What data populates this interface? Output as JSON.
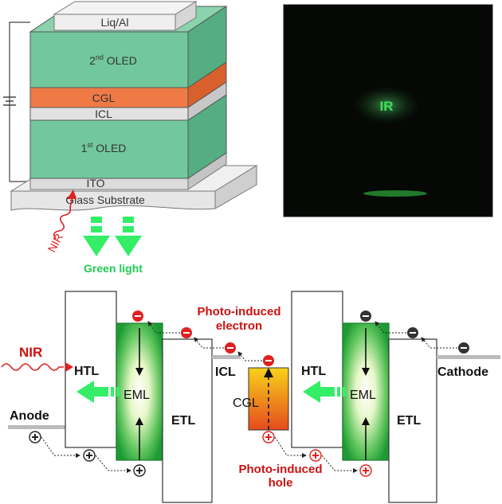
{
  "stack": {
    "top_electrode": "Liq/Al",
    "second_oled": "2",
    "second_oled_sup": "nd",
    "second_oled_word": " OLED",
    "cgl": "CGL",
    "icl": "ICL",
    "first_oled": "1",
    "first_oled_sup": "st",
    "first_oled_word": " OLED",
    "ito": "ITO",
    "substrate": "Glass Substrate",
    "nir_in": "NIR",
    "emission": "Green light"
  },
  "photo": {
    "label": "IR"
  },
  "energy": {
    "nir": "NIR",
    "anode": "Anode",
    "cathode": "Cathode",
    "htl_left": "HTL",
    "eml_left": "EML",
    "etl_left": "ETL",
    "icl": "ICL",
    "cgl": "CGL",
    "htl_right": "HTL",
    "eml_right": "EML",
    "etl_right": "ETL",
    "photo_electron_1": "Photo-induced",
    "photo_electron_2": "electron",
    "photo_hole_1": "Photo-induced",
    "photo_hole_2": "hole"
  },
  "colors": {
    "oled_green": "#6cc79a",
    "cgl_orange": "#ef7a46",
    "eml_green": "#1fa33b",
    "nir_red": "#e02020",
    "emission_green": "#33ee66",
    "electron_red": "#e02020",
    "electron_dark": "#333333"
  }
}
